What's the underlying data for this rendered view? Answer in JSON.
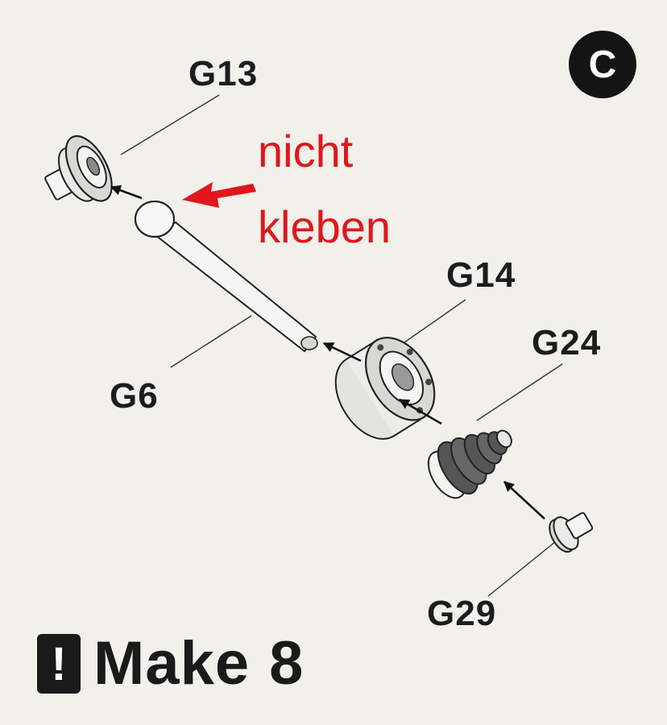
{
  "badge": {
    "letter": "C"
  },
  "labels": {
    "g13": "G13",
    "g14": "G14",
    "g24": "G24",
    "g6": "G6",
    "g29": "G29"
  },
  "note": {
    "line1": "nicht",
    "line2": "kleben",
    "color": "#e0161c"
  },
  "footer": {
    "warning_glyph": "!",
    "word": "Make",
    "number": "8"
  },
  "icons": [
    "warning-icon",
    "arrow-icon"
  ]
}
